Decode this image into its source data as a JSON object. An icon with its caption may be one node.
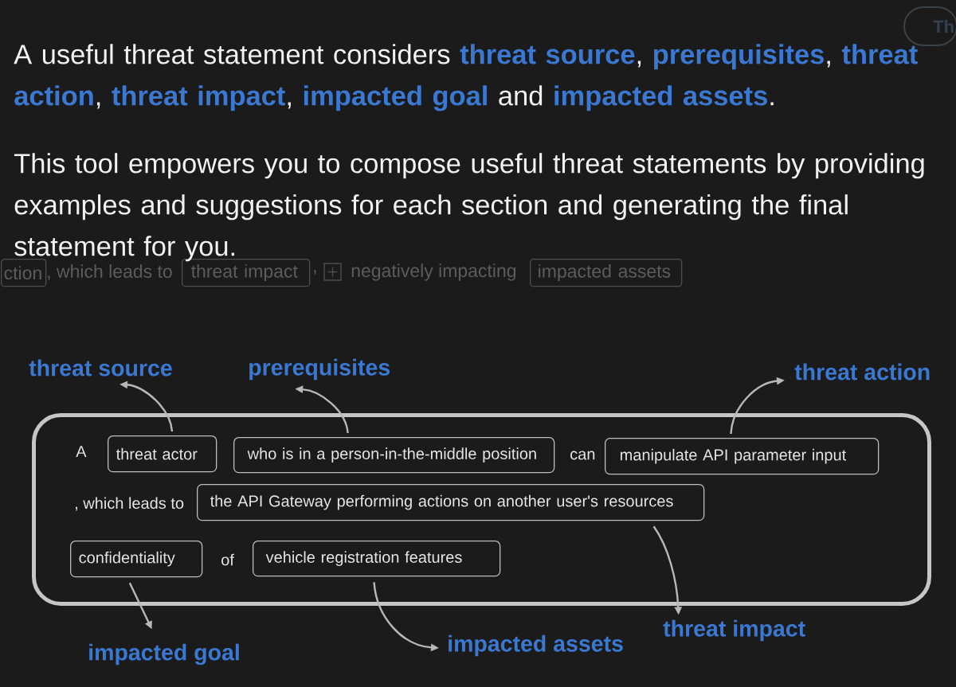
{
  "diagram": {
    "nodes": [
      {
        "text": [
          "Th"
        ]
      },
      {
        "text": [
          "ction"
        ]
      },
      {
        "text": [
          "threat impact"
        ]
      },
      {
        "text": [
          "impacted assets"
        ]
      },
      {
        "text": [
          "threat source"
        ]
      },
      {
        "text": [
          "prerequisites"
        ]
      },
      {
        "text": [
          "threat action"
        ]
      },
      {
        "text": [],
        "shape": "box"
      },
      {
        "text": [
          "threat actor"
        ],
        "in": 7
      },
      {
        "text": [
          "who is in a person-in-the-middle position"
        ],
        "in": 7
      },
      {
        "text": [
          "manipulate API parameter input"
        ],
        "in": 7
      },
      {
        "text": [
          "the API Gateway performing actions on another user's resources"
        ],
        "in": 7
      },
      {
        "text": [
          "confidentiality"
        ],
        "in": 7
      },
      {
        "text": [
          "vehicle registration features"
        ],
        "in": 7
      },
      {
        "text": [
          "impacted goal"
        ]
      },
      {
        "text": [
          "impacted assets"
        ]
      },
      {
        "text": [
          "threat impact"
        ]
      }
    ],
    "edges": [
      {
        "from": 8,
        "to": 4,
        "arrow": "to"
      },
      {
        "from": 9,
        "to": 5,
        "arrow": "to"
      },
      {
        "from": 10,
        "to": 6,
        "arrow": "to"
      },
      {
        "from": 11,
        "to": 16,
        "arrow": "to"
      },
      {
        "from": 12,
        "to": 14,
        "arrow": "to"
      },
      {
        "from": 13,
        "to": 15,
        "arrow": "to"
      }
    ],
    "labels": [
      "A useful threat statement considers **threat source**, **prerequisites**, **threat action**, **threat impact**, **impacted goal** and **impacted assets**.",
      "This tool empowers you to compose useful threat statements by providing examples and suggestions for each section and generating the final statement for you.",
      ", which leads to",
      ",",
      "negatively impacting",
      "A",
      "can",
      ", which leads to",
      "of"
    ]
  }
}
